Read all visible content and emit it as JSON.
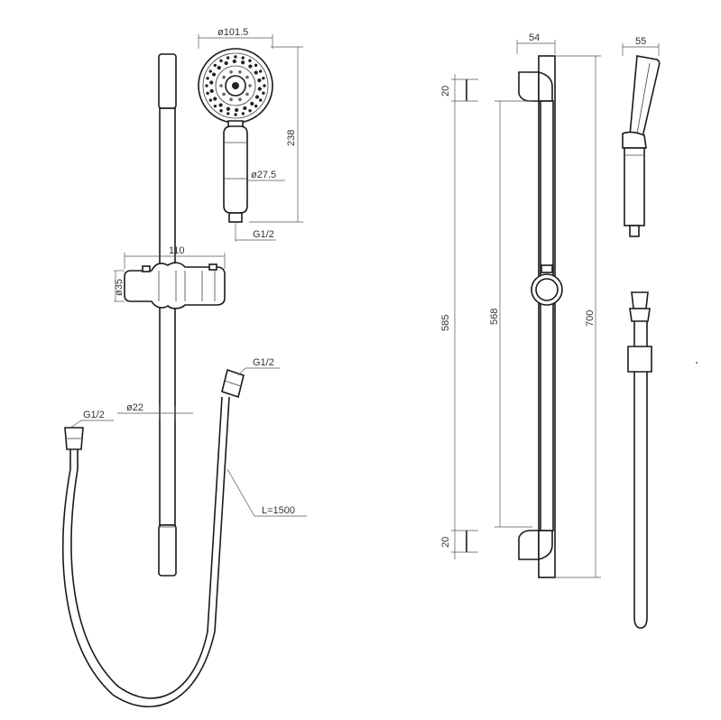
{
  "dimensions": {
    "head_diameter": "ø101.5",
    "head_height": "238",
    "handle_diameter": "ø27.5",
    "head_thread": "G1/2",
    "slider_width": "110",
    "slider_diameter": "ø35",
    "rail_diameter": "ø22",
    "hose_end_thread": "G1/2",
    "hose_start_thread": "G1/2",
    "hose_length": "L=1500",
    "bracket_top": "20",
    "bracket_bottom": "20",
    "fixing_centres": "585",
    "rail_length": "568",
    "overall_height": "700",
    "wall_projection": "54",
    "head_depth": "55"
  }
}
